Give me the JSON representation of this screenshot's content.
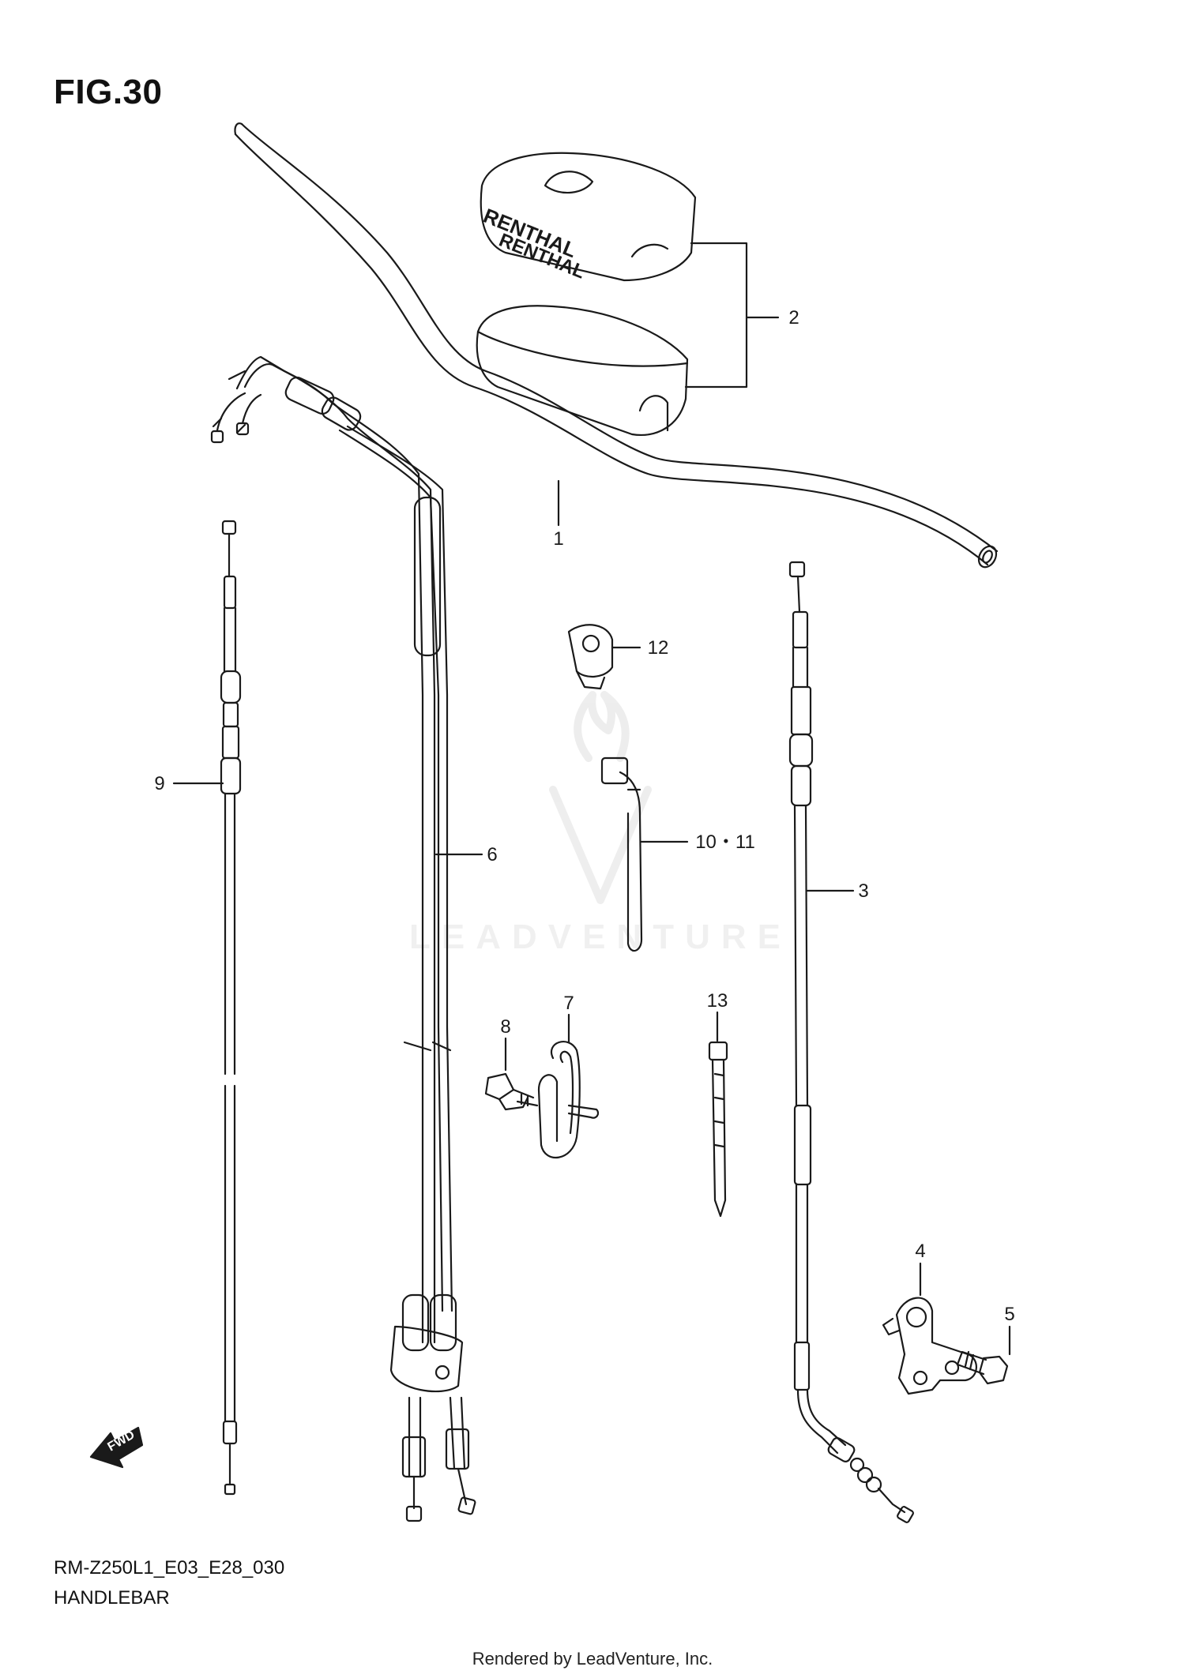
{
  "figure": {
    "title": "FIG.30",
    "model_code": "RM-Z250L1_E03_E28_030",
    "section_name": "HANDLEBAR"
  },
  "callouts": [
    "1",
    "2",
    "3",
    "4",
    "5",
    "6",
    "7",
    "8",
    "9",
    "10・11",
    "12",
    "13"
  ],
  "pad_brand_text": "RENTHAL",
  "direction_label": "FWD",
  "watermark_text": "LEADVENTURE",
  "footer": {
    "rendered_by": "Rendered by LeadVenture, Inc."
  },
  "colors": {
    "line": "#1a1a1a",
    "watermark": "#e8e8e8"
  }
}
